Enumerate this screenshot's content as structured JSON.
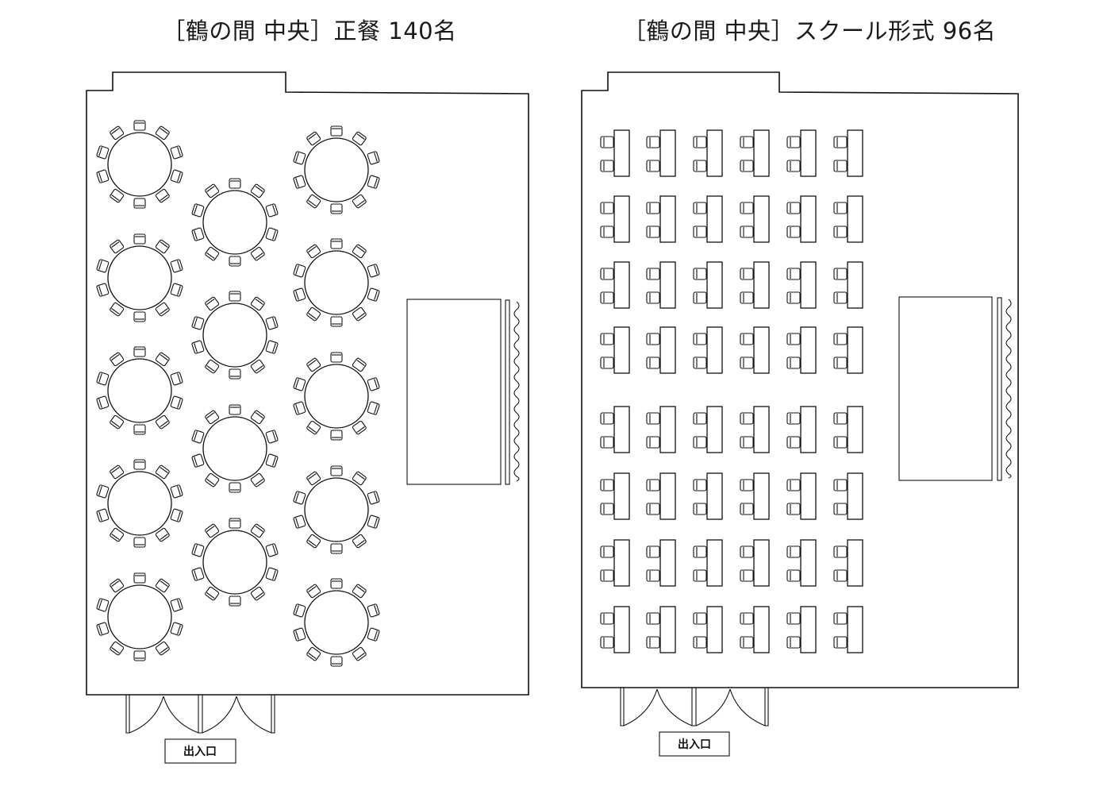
{
  "left_plan": {
    "title": "［鶴の間 中央］正餐 140名",
    "entrance_label": "出入口"
  },
  "right_plan": {
    "title": "［鶴の間 中央］スクール形式 96名",
    "entrance_label": "出入口"
  }
}
